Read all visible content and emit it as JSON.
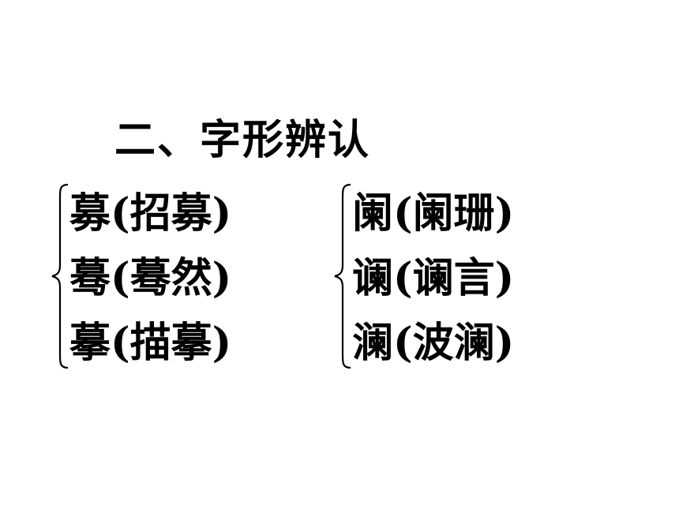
{
  "title": "二、字形辨认",
  "left_group": {
    "items": [
      "募(招募)",
      "蓦(蓦然)",
      "摹(描摹)"
    ]
  },
  "right_group": {
    "items": [
      "阑(阑珊)",
      "谰(谰言)",
      "澜(波澜)"
    ]
  },
  "colors": {
    "background": "#ffffff",
    "text": "#000000"
  }
}
